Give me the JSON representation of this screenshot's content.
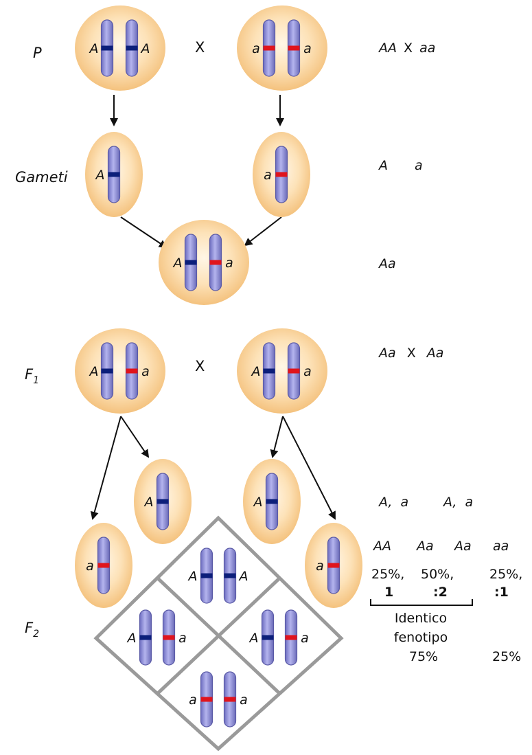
{
  "labels": {
    "p": "P",
    "gametes": "Gameti",
    "f1": "F",
    "f1_sub": "1",
    "f2": "F",
    "f2_sub": "2",
    "cross_x": "X"
  },
  "alleles": {
    "dominant": "A",
    "recessive": "a"
  },
  "right_column": {
    "p_cross_left": "AA",
    "p_cross_x": "X",
    "p_cross_right": "aa",
    "gametes_a": "A",
    "gametes_b": "a",
    "hybrid": "Aa",
    "f1_cross_left": "Aa",
    "f1_cross_x": "X",
    "f1_cross_right": "Aa",
    "f2_gametes_left": "A,  a",
    "f2_gametes_right": "A,  a",
    "genotypes": [
      "AA",
      "Aa",
      "Aa",
      "aa"
    ],
    "pct_aa": "25%,",
    "pct_het": "50%,",
    "pct_rec": "25%,",
    "ratio_aa": "1",
    "ratio_het": ":2",
    "ratio_rec": ":1",
    "phenotype_line1": "Identico",
    "phenotype_line2": "fenotipo",
    "phenotype_dom_pct": "75%",
    "phenotype_rec_pct": "25%"
  },
  "colors": {
    "cell_center": "#fff3df",
    "cell_edge": "#f6c98a",
    "chromosome": "#8f8fd6",
    "chromosome_dark": "#5a5aa6",
    "dominant_band": "#0c1f7a",
    "recessive_band": "#e0141c",
    "punnett_border": "#9a9a9a"
  }
}
